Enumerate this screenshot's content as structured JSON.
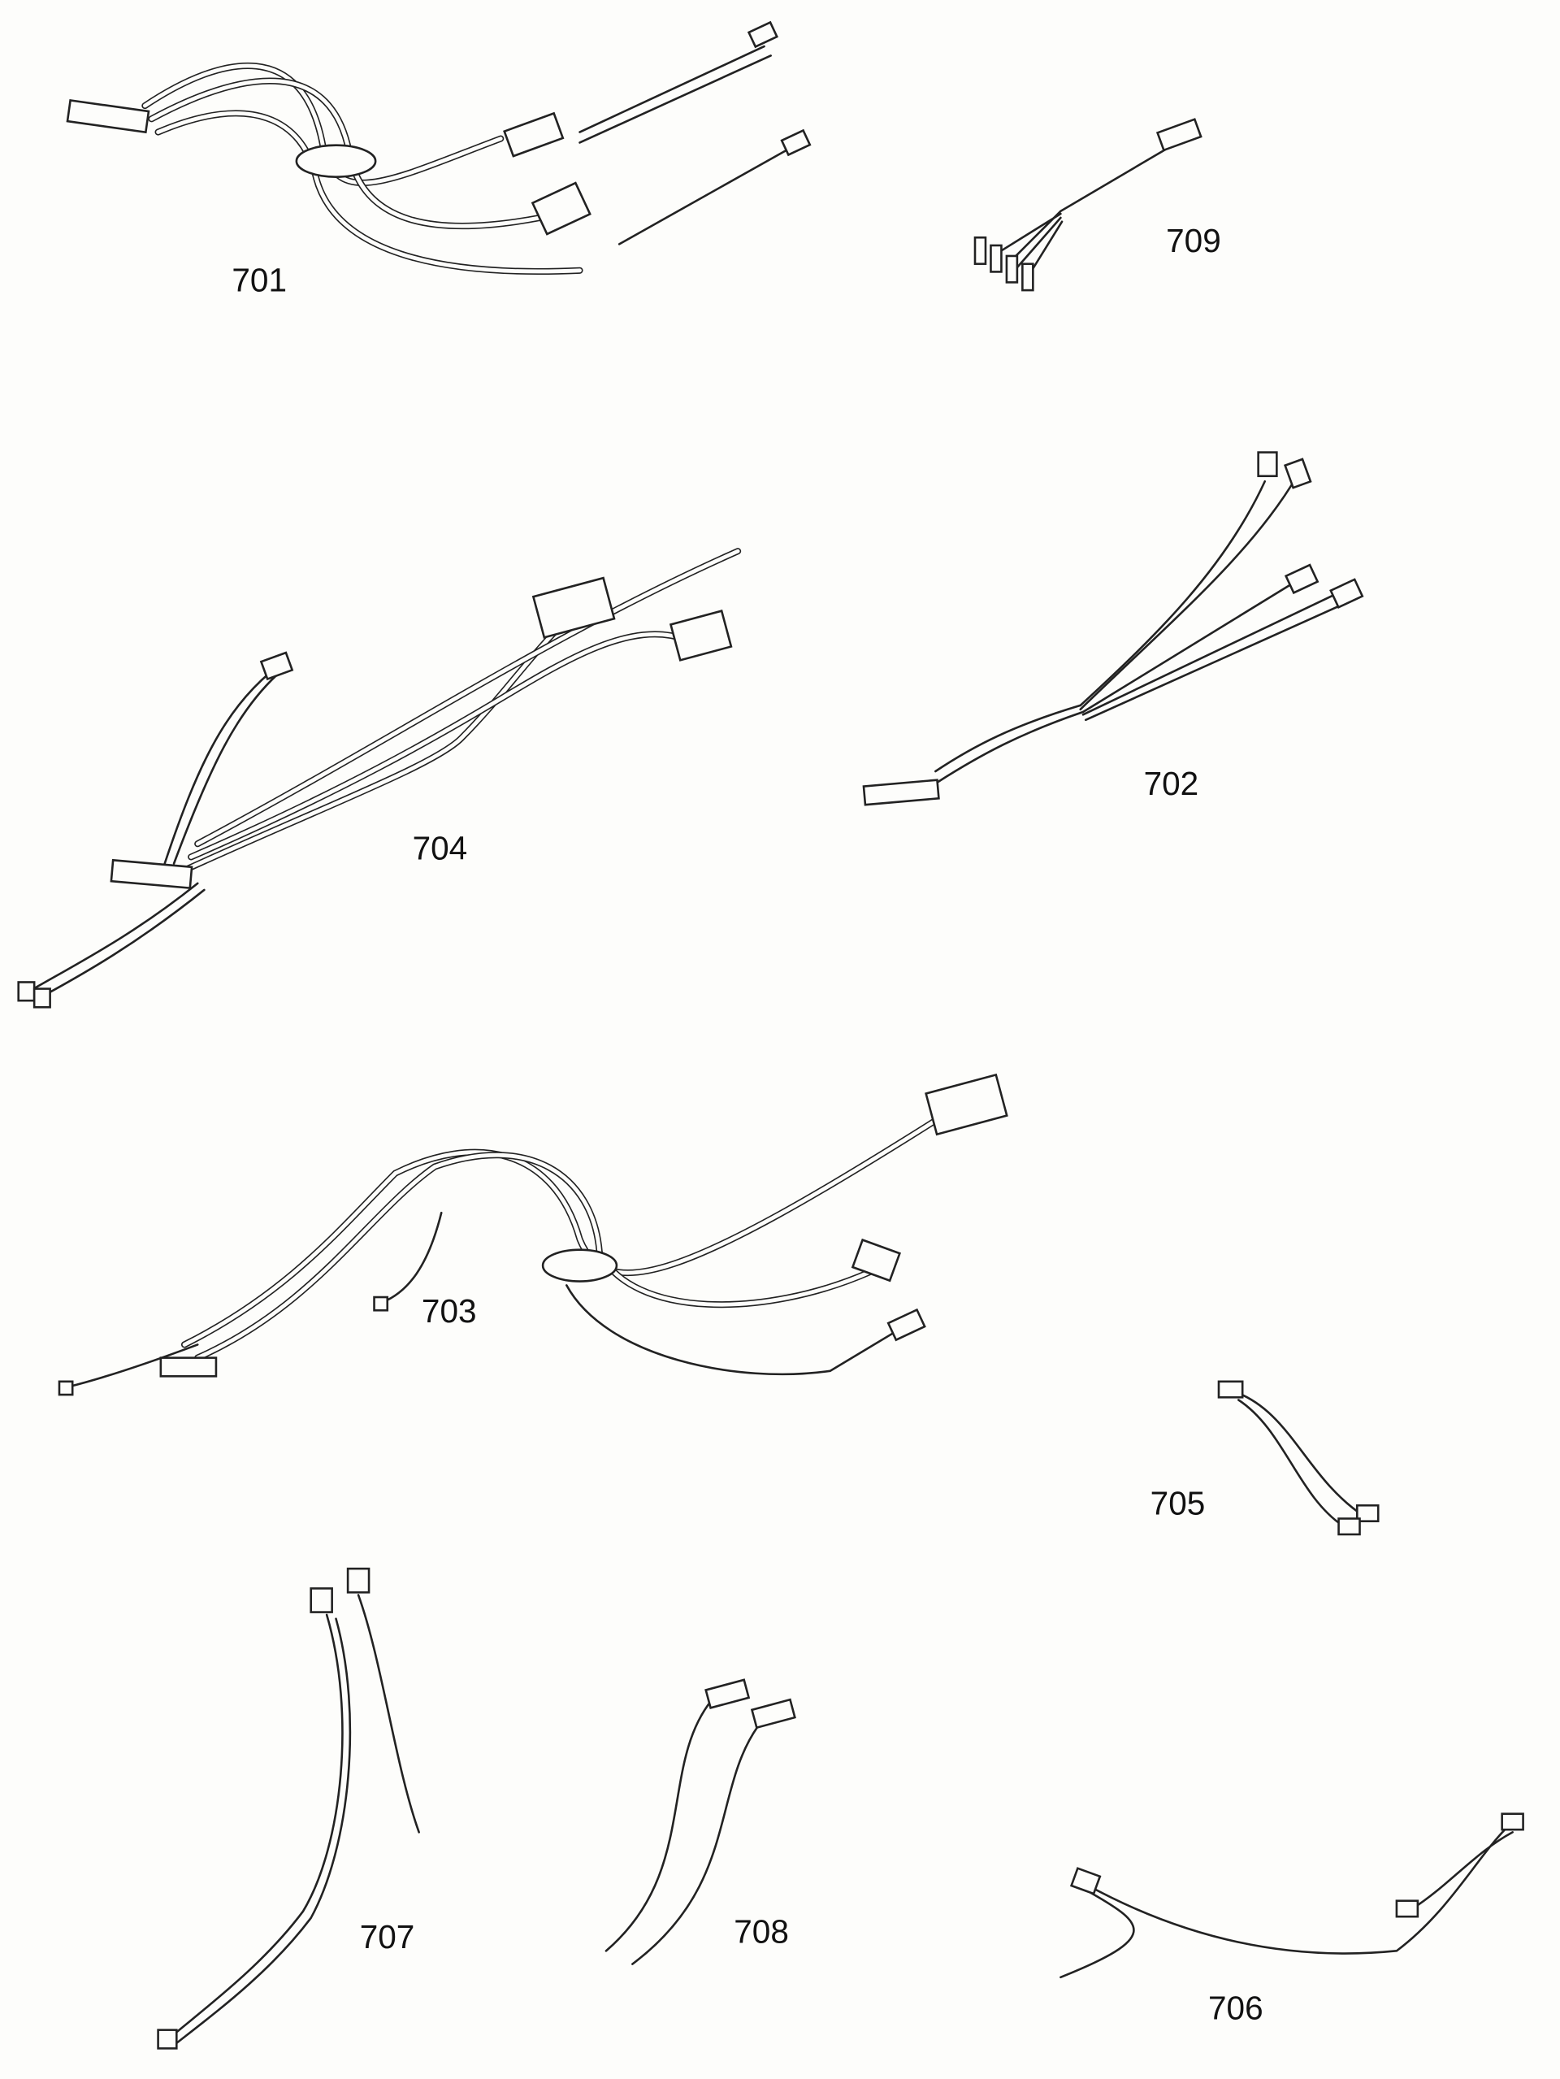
{
  "diagram": {
    "parts": [
      {
        "id": "701"
      },
      {
        "id": "709"
      },
      {
        "id": "704"
      },
      {
        "id": "702"
      },
      {
        "id": "703"
      },
      {
        "id": "705"
      },
      {
        "id": "707"
      },
      {
        "id": "708"
      },
      {
        "id": "706"
      }
    ]
  }
}
